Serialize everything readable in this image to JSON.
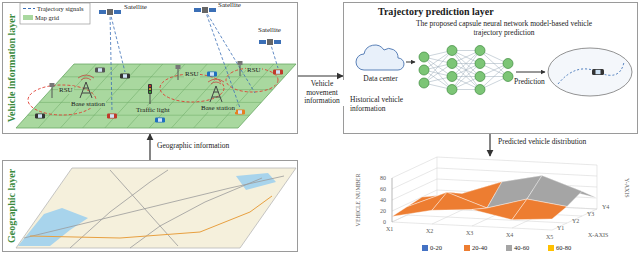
{
  "diagram": {
    "nodes": [
      {
        "text": [
          "Vehicle information layer"
        ]
      },
      {
        "text": [
          "Geographic layer"
        ]
      },
      {
        "text": [
          "Trajectory prediction layer",
          "The proposed capsule neural network model-based vehicle trajectory prediction"
        ]
      },
      {
        "text": [
          "Data center"
        ],
        "in": 2
      },
      {
        "text": [
          "VEHICLE NUMBER",
          "X-AXIS",
          "Y-AXIS"
        ]
      }
    ],
    "edges": [
      {
        "from": 0,
        "to": 2,
        "arrow": "to",
        "label": "Vehicle movement information"
      },
      {
        "from": 1,
        "to": 0,
        "arrow": "to",
        "label": "Geographic information"
      },
      {
        "from": 2,
        "to": 4,
        "arrow": "to",
        "label": "Predicted vehicle distribution"
      }
    ],
    "labels": [
      "Satellite",
      "Satellite",
      "Satellite",
      "RSU",
      "RSU",
      "RSU",
      "Base station",
      "Traffic light",
      "Base station",
      "Historical vehicle information",
      "Prediction",
      "0",
      "20",
      "40",
      "60",
      "80",
      "X1",
      "X2",
      "X3",
      "X4",
      "X5",
      "Y1",
      "Y2",
      "Y3",
      "Y4"
    ],
    "legend": [
      {
        "text": "Trajectory signals"
      },
      {
        "text": "Map grid",
        "color": "#a9d89f"
      },
      {
        "text": "0-20",
        "color": "#4472c4"
      },
      {
        "text": "20-40",
        "color": "#ed7d31"
      },
      {
        "text": "40-60",
        "color": "#a5a5a5"
      },
      {
        "text": "60-80",
        "color": "#ffc000"
      }
    ]
  }
}
